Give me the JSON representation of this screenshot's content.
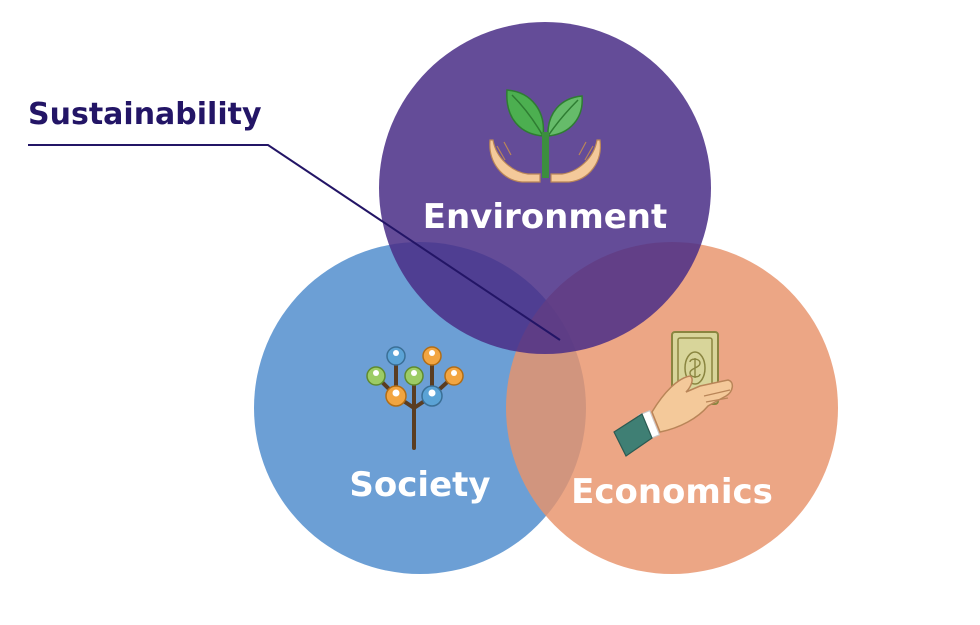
{
  "callout": {
    "label": "Sustainability",
    "color": "#231566"
  },
  "circles": {
    "environment": {
      "label": "Environment",
      "color": "#4b2e87",
      "icon": "plant-in-hands-icon"
    },
    "society": {
      "label": "Society",
      "color": "#4f8ccd",
      "icon": "people-tree-icon"
    },
    "economics": {
      "label": "Economics",
      "color": "#e8926a",
      "icon": "hand-holding-money-icon"
    }
  }
}
